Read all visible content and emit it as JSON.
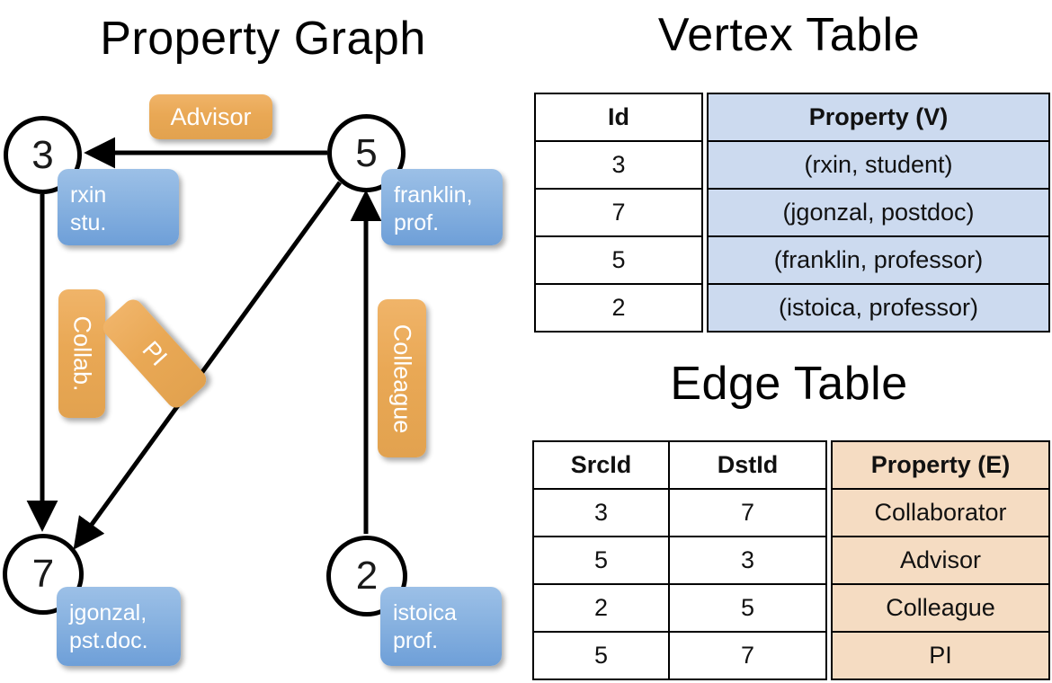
{
  "titles": {
    "property_graph": "Property Graph",
    "vertex_table": "Vertex Table",
    "edge_table": "Edge Table"
  },
  "graph": {
    "nodes": [
      {
        "id": "3",
        "property_lines": "rxin\nstu."
      },
      {
        "id": "5",
        "property_lines": "franklin,\nprof."
      },
      {
        "id": "7",
        "property_lines": "jgonzal,\npst.doc."
      },
      {
        "id": "2",
        "property_lines": "istoica\nprof."
      }
    ],
    "edge_labels": {
      "advisor": "Advisor",
      "collab": "Collab.",
      "pi": "PI",
      "colleague": "Colleague"
    }
  },
  "vertex_table": {
    "headers": [
      "Id",
      "Property (V)"
    ],
    "rows": [
      {
        "id": "3",
        "property": "(rxin, student)"
      },
      {
        "id": "7",
        "property": "(jgonzal, postdoc)"
      },
      {
        "id": "5",
        "property": "(franklin, professor)"
      },
      {
        "id": "2",
        "property": "(istoica, professor)"
      }
    ]
  },
  "edge_table": {
    "headers": [
      "SrcId",
      "DstId",
      "Property (E)"
    ],
    "rows": [
      {
        "src": "3",
        "dst": "7",
        "property": "Collaborator"
      },
      {
        "src": "5",
        "dst": "3",
        "property": "Advisor"
      },
      {
        "src": "2",
        "dst": "5",
        "property": "Colleague"
      },
      {
        "src": "5",
        "dst": "7",
        "property": "PI"
      }
    ]
  },
  "colors": {
    "vertex_property_fill": "#ccdaef",
    "edge_property_fill": "#f5dcc2",
    "node_property_box": "#88b2e0",
    "edge_label_box": "#e9a855",
    "stroke": "#000000"
  }
}
